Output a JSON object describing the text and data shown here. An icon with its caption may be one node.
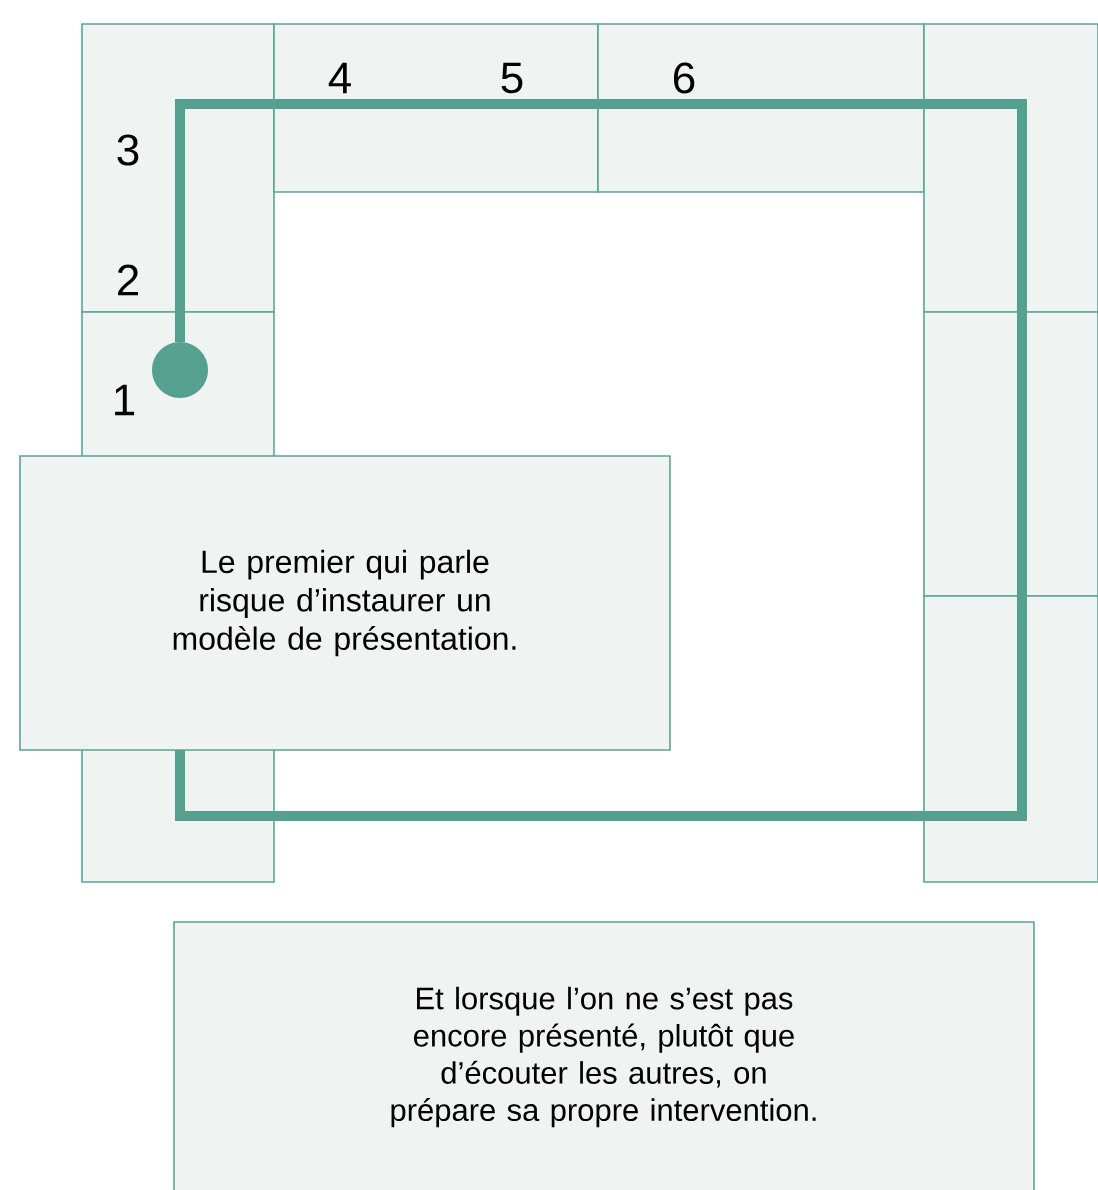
{
  "diagram": {
    "nodes": [
      {
        "text": [],
        "shape": "circle"
      },
      {
        "text": [
          "Le premier qui parle risque d’instaurer un modèle de présentation."
        ]
      },
      {
        "text": [
          "Et lorsque l’on ne s’est pas encore présenté, plutôt que d’écouter les autres, on prépare sa propre intervention."
        ]
      }
    ],
    "edges": [
      {
        "from": 0,
        "to": 1,
        "arrow": "none"
      }
    ],
    "labels": [
      "4",
      "5",
      "6",
      "3",
      "2",
      "1"
    ]
  }
}
